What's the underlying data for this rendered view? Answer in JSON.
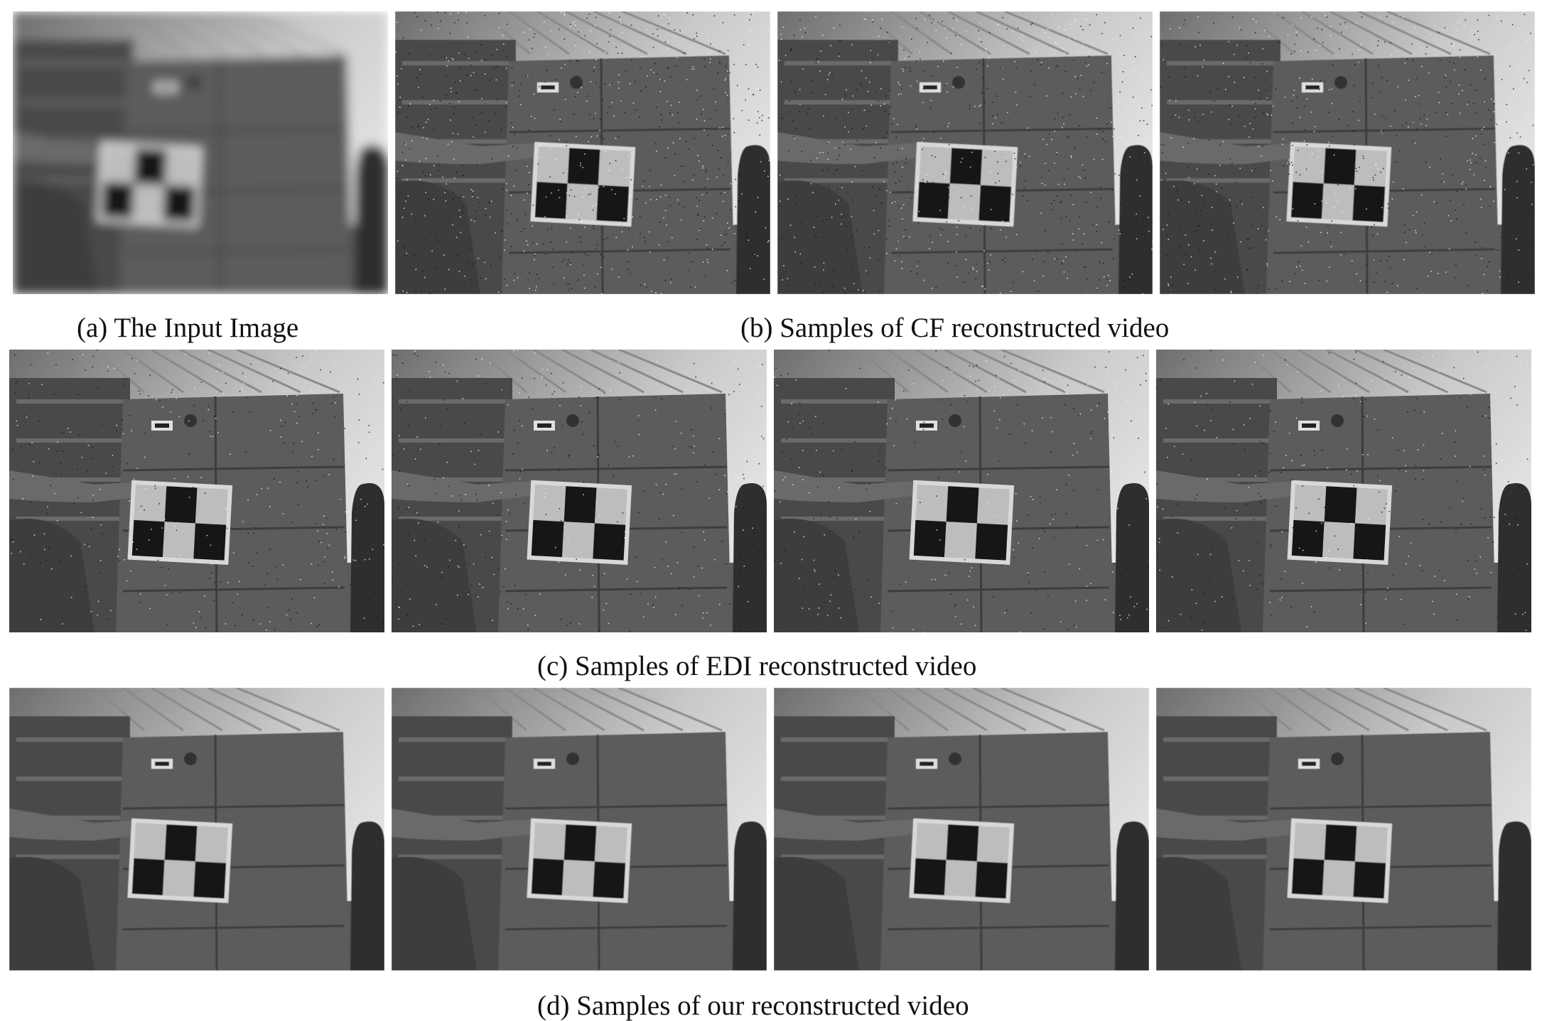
{
  "figure": {
    "rows": [
      {
        "id": "row-a-b",
        "captions": [
          {
            "id": "cap-a",
            "text": "(a) The Input Image"
          },
          {
            "id": "cap-b",
            "text": "(b) Samples of CF reconstructed video"
          }
        ],
        "frames": [
          {
            "method": "input",
            "blur": 7,
            "board_shift": -0.5,
            "noise": 0.0
          },
          {
            "method": "CF",
            "blur": 0.6,
            "board_shift": 0.1,
            "noise": 0.9
          },
          {
            "method": "CF",
            "blur": 0.6,
            "board_shift": 0.1,
            "noise": 0.8
          },
          {
            "method": "CF",
            "blur": 0.6,
            "board_shift": 0.0,
            "noise": 0.7
          }
        ]
      },
      {
        "id": "row-c",
        "captions": [
          {
            "id": "cap-c",
            "text": "(c) Samples of EDI reconstructed video"
          }
        ],
        "frames": [
          {
            "method": "EDI",
            "blur": 0.3,
            "board_shift": -0.1,
            "noise": 0.45
          },
          {
            "method": "EDI",
            "blur": 0.3,
            "board_shift": 0.1,
            "noise": 0.4
          },
          {
            "method": "EDI",
            "blur": 0.3,
            "board_shift": 0.1,
            "noise": 0.35
          },
          {
            "method": "EDI",
            "blur": 0.3,
            "board_shift": 0.05,
            "noise": 0.35
          }
        ]
      },
      {
        "id": "row-d",
        "captions": [
          {
            "id": "cap-d",
            "text": "(d) Samples of our reconstructed video"
          }
        ],
        "frames": [
          {
            "method": "ours",
            "blur": 0.5,
            "board_shift": -0.1,
            "noise": 0.0
          },
          {
            "method": "ours",
            "blur": 0.5,
            "board_shift": 0.1,
            "noise": 0.0
          },
          {
            "method": "ours",
            "blur": 0.5,
            "board_shift": 0.1,
            "noise": 0.0
          },
          {
            "method": "ours",
            "blur": 0.5,
            "board_shift": 0.05,
            "noise": 0.0
          }
        ]
      }
    ]
  }
}
